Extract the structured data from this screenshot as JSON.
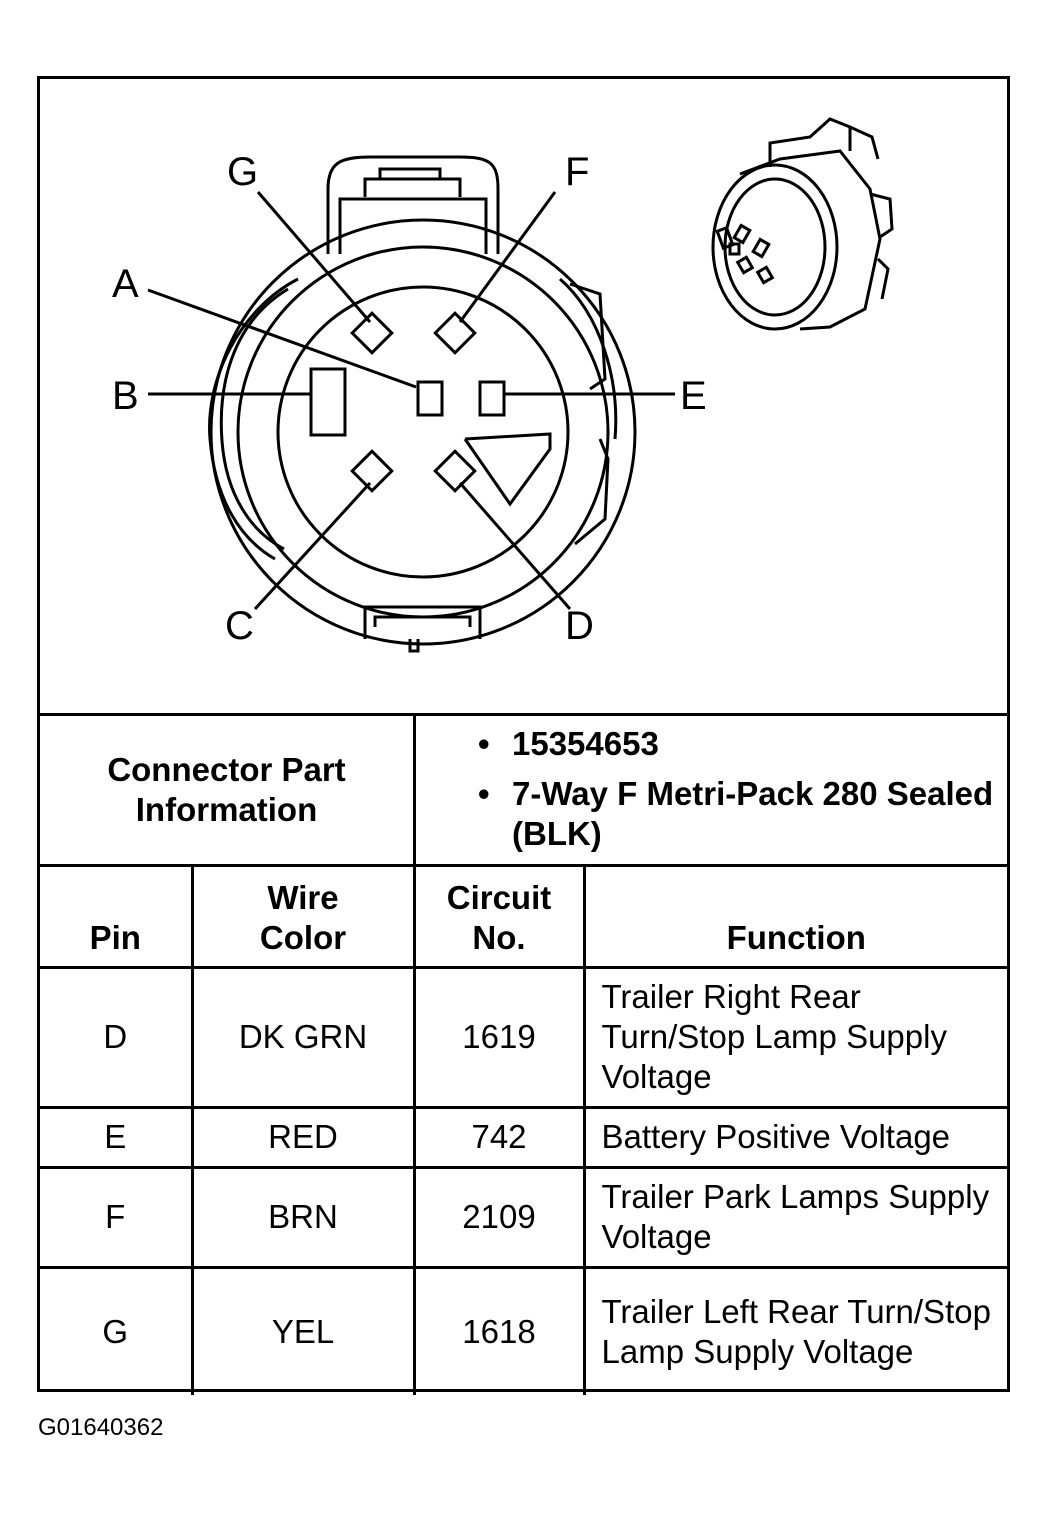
{
  "figure_id": "G01640362",
  "diagram": {
    "pin_labels": {
      "A": "A",
      "B": "B",
      "C": "C",
      "D": "D",
      "E": "E",
      "F": "F",
      "G": "G"
    }
  },
  "connector_info": {
    "label_line1": "Connector Part",
    "label_line2": "Information",
    "items": [
      "15354653",
      "7-Way F Metri-Pack 280 Sealed (BLK)"
    ]
  },
  "table": {
    "headers": {
      "pin": "Pin",
      "wire_color_line1": "Wire",
      "wire_color_line2": "Color",
      "circuit_line1": "Circuit",
      "circuit_line2": "No.",
      "function": "Function"
    },
    "rows": [
      {
        "pin": "D",
        "wire_color": "DK GRN",
        "circuit": "1619",
        "function": "Trailer Right Rear Turn/Stop Lamp Supply Voltage"
      },
      {
        "pin": "E",
        "wire_color": "RED",
        "circuit": "742",
        "function": "Battery Positive Voltage"
      },
      {
        "pin": "F",
        "wire_color": "BRN",
        "circuit": "2109",
        "function": "Trailer Park Lamps Supply Voltage"
      },
      {
        "pin": "G",
        "wire_color": "YEL",
        "circuit": "1618",
        "function": "Trailer Left Rear Turn/Stop Lamp Supply Voltage"
      }
    ]
  }
}
